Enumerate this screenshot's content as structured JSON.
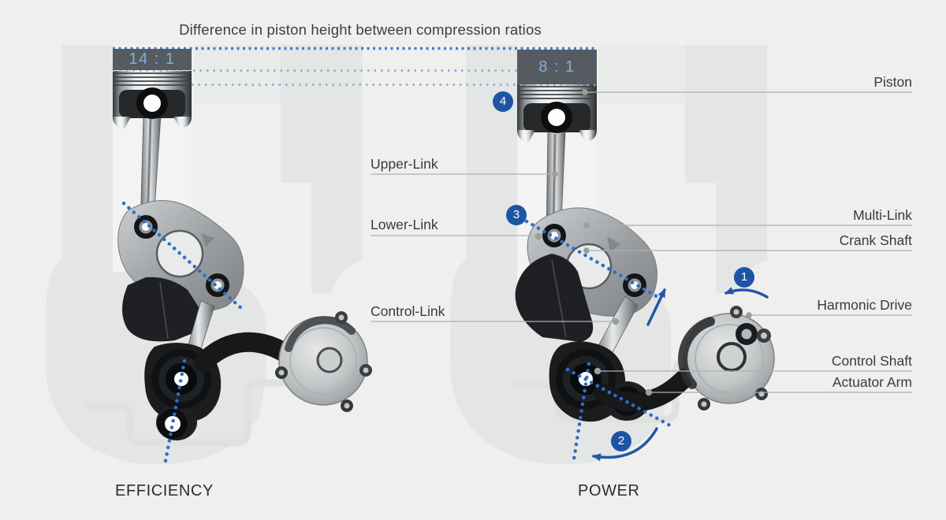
{
  "title": "Difference in piston height between compression ratios",
  "left_diagram": {
    "ratio_badge": "14 : 1",
    "caption": "EFFICIENCY"
  },
  "right_diagram": {
    "ratio_badge": "8 : 1",
    "caption": "POWER"
  },
  "part_labels_left": [
    "Upper-Link",
    "Lower-Link",
    "Control-Link"
  ],
  "part_labels_right": [
    "Piston",
    "Multi-Link",
    "Crank Shaft",
    "Harmonic Drive",
    "Control Shaft",
    "Actuator Arm"
  ],
  "step_markers": [
    "1",
    "2",
    "3",
    "4"
  ],
  "colors": {
    "background": "#eff0ee",
    "silhouette": "#e4e6e5",
    "badge_bg": "#565b61",
    "badge_text": "#85aed8",
    "step_circle_blue": "#1d55a4",
    "dotted_line_dark": "#3f7ccf",
    "dotted_line_light": "#8db4e1",
    "axis_dot_blue": "#2e6ec6",
    "arrow_blue": "#2456a8",
    "leader_line": "#aeb1af",
    "leader_dot": "#9b9e9c"
  }
}
